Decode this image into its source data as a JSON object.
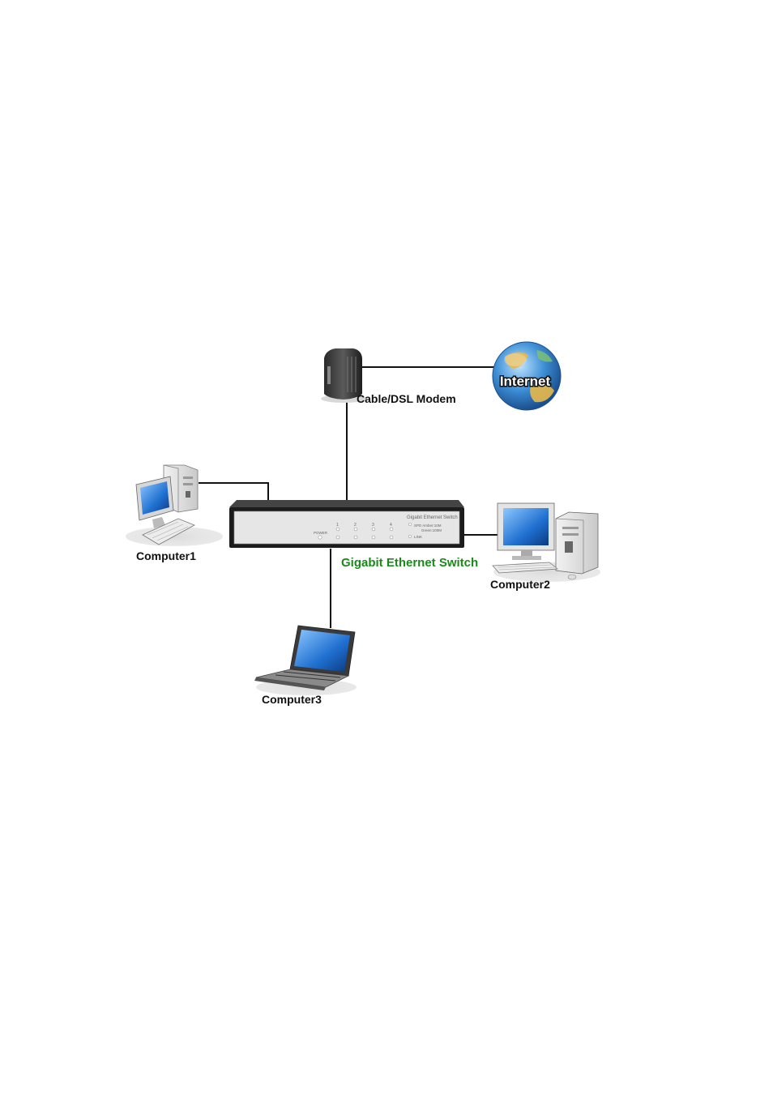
{
  "labels": {
    "internet": "Internet",
    "modem": "Cable/DSL Modem",
    "switch": "Gigabit Ethernet Switch",
    "computer1": "Computer1",
    "computer2": "Computer2",
    "computer3": "Computer3"
  },
  "switch_panel": {
    "brand": "Gigabit Ethernet Switch",
    "power": "POWER",
    "port_numbers": [
      "1",
      "2",
      "3",
      "4"
    ],
    "legend_top": "SPD Amber:10M",
    "legend_mid": "Green:100M",
    "legend_link": "LINK"
  },
  "colors": {
    "switch_label": "#1a8a1a",
    "line": "#111111",
    "globe_ocean": "#3d8fd6",
    "globe_land": "#e8b84a",
    "screen": "#1f6fd0"
  }
}
